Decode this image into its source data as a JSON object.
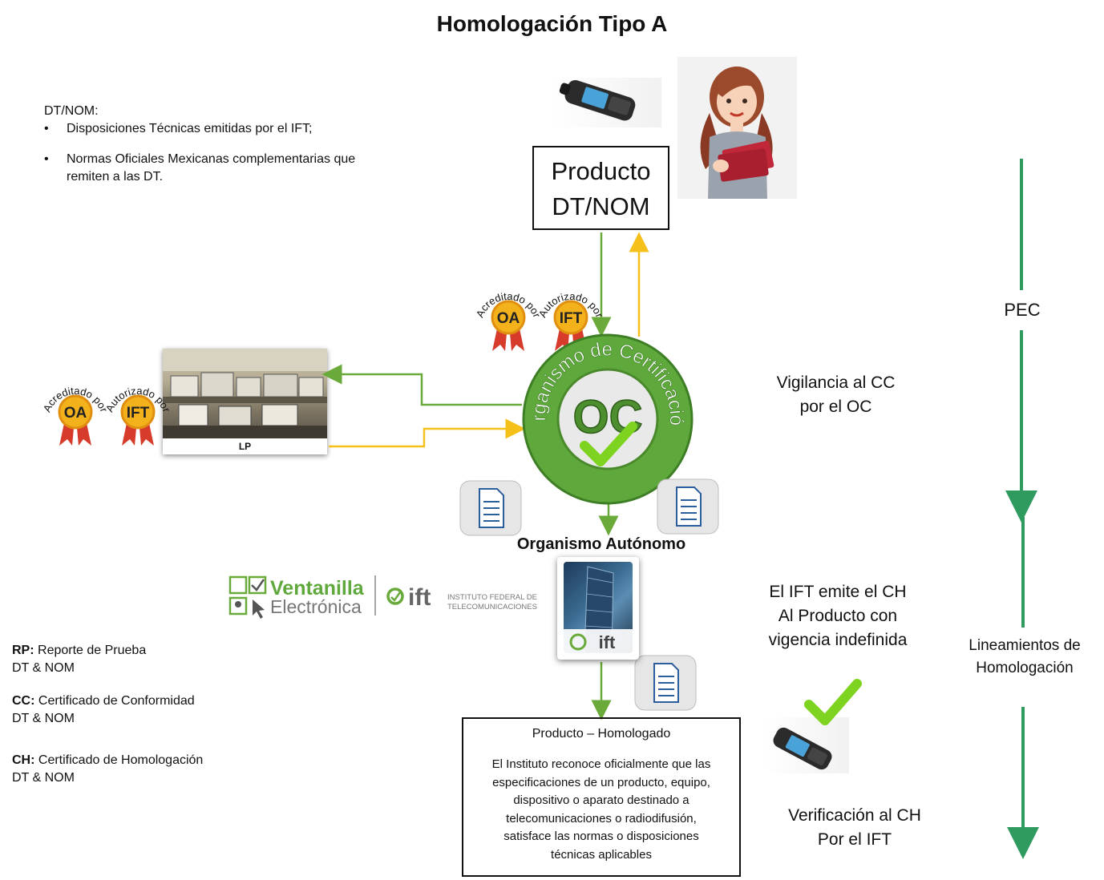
{
  "title": "Homologación Tipo A",
  "dt_nom": {
    "heading": "DT/NOM:",
    "items": [
      "Disposiciones Técnicas emitidas por el IFT;",
      "Normas Oficiales Mexicanas complementarias que remiten a las DT."
    ]
  },
  "producto_box": {
    "line1": "Producto",
    "line2": "DT/NOM"
  },
  "badges": {
    "oa_arc": "Acreditado por",
    "oa_label": "OA",
    "ift_arc": "Autorizado por",
    "ift_label": "IFT"
  },
  "lab": {
    "label": "LP"
  },
  "oc": {
    "ring_text": "Organismo de Certificación",
    "center": "OC"
  },
  "vigilancia": {
    "line1": "Vigilancia al CC",
    "line2": "por el OC"
  },
  "organismo_autonomo": "Organismo Autónomo",
  "ventanilla": {
    "word1": "Ventanilla",
    "word2": "Electrónica",
    "ift": "ift",
    "ift_line1": "INSTITUTO FEDERAL DE",
    "ift_line2": "TELECOMUNICACIONES"
  },
  "tower_logo": "ift",
  "emite": {
    "line1": "El IFT emite el CH",
    "line2": "Al Producto con",
    "line3": "vigencia indefinida"
  },
  "legend": [
    {
      "abbr": "RP:",
      "desc": " Reporte de Prueba",
      "sub": "DT & NOM"
    },
    {
      "abbr": "CC:",
      "desc": " Certificado de Conformidad",
      "sub": "DT & NOM"
    },
    {
      "abbr": "CH:",
      "desc": " Certificado de Homologación",
      "sub": "DT & NOM"
    }
  ],
  "homologado": {
    "title": "Producto – Homologado",
    "description": [
      "El Instituto reconoce oficialmente que las",
      "especificaciones de un producto, equipo,",
      "dispositivo o aparato destinado a",
      "telecomunicaciones o radiodifusión,",
      "satisface las normas o disposiciones",
      "técnicas aplicables"
    ]
  },
  "verificacion": {
    "line1": "Verificación al CH",
    "line2": "Por el IFT"
  },
  "timeline": {
    "pec": "PEC",
    "lineamientos1": "Lineamientos de",
    "lineamientos2": "Homologación"
  },
  "colors": {
    "green_arrow": "#6aaa3a",
    "yellow_arrow": "#f5c01a",
    "timeline_green": "#2e9a5e",
    "oc_green": "#5fa83c"
  }
}
